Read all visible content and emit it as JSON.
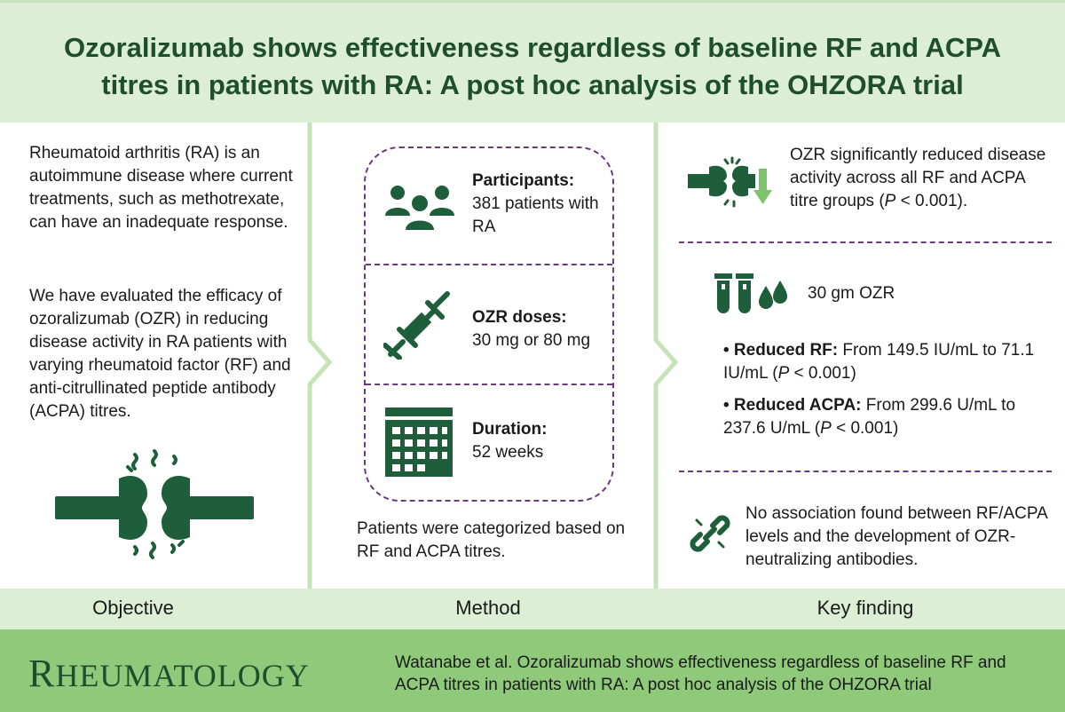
{
  "header": {
    "title": "Ozoralizumab shows effectiveness regardless of baseline RF and ACPA titres in patients with RA: A post hoc analysis of the OHZORA trial"
  },
  "objective": {
    "paragraph1": "Rheumatoid arthritis (RA) is an autoimmune disease where current treatments, such as methotrexate, can have an inadequate response.",
    "paragraph2": "We have evaluated the efficacy of ozoralizumab (OZR) in reducing disease activity in RA patients with varying rheumatoid factor (RF) and anti-citrullinated peptide antibody (ACPA) titres.",
    "icon": "synapse-icon"
  },
  "method": {
    "participants_label": "Participants:",
    "participants_value": "381 patients with RA",
    "doses_label": "OZR doses:",
    "doses_value": "30 mg or 80 mg",
    "duration_label": "Duration:",
    "duration_value": "52 weeks",
    "footer": "Patients were categorized based on RF and ACPA titres."
  },
  "key_finding": {
    "finding1_pre": "OZR significantly reduced disease activity across all RF and ACPA titre groups (",
    "finding1_p": "P",
    "finding1_post": " < 0.001).",
    "dose_label": "30 gm OZR",
    "rf_bullet": "• Reduced RF:",
    "rf_text_pre": " From 149.5 IU/mL to 71.1 IU/mL (",
    "rf_p": "P",
    "rf_text_post": " < 0.001)",
    "acpa_bullet": "• Reduced ACPA:",
    "acpa_text_pre": " From 299.6 U/mL to 237.6 U/mL (",
    "acpa_p": "P",
    "acpa_text_post": " < 0.001)",
    "finding3": "No association found between RF/ACPA levels and the development of OZR-neutralizing antibodies."
  },
  "labels": {
    "objective": "Objective",
    "method": "Method",
    "key_finding": "Key finding"
  },
  "footer": {
    "journal_first": "R",
    "journal_rest": "HEUMATOLOGY",
    "citation": "Watanabe et al. Ozoralizumab shows effectiveness regardless of baseline RF and ACPA titres in patients with RA: A post hoc analysis of the OHZORA trial"
  },
  "colors": {
    "header_bg": "#dceed3",
    "footer_bg": "#8fc97a",
    "icon_green": "#1f5e3a",
    "accent_green": "#7cc36b",
    "dash_purple": "#6b3a7e"
  }
}
